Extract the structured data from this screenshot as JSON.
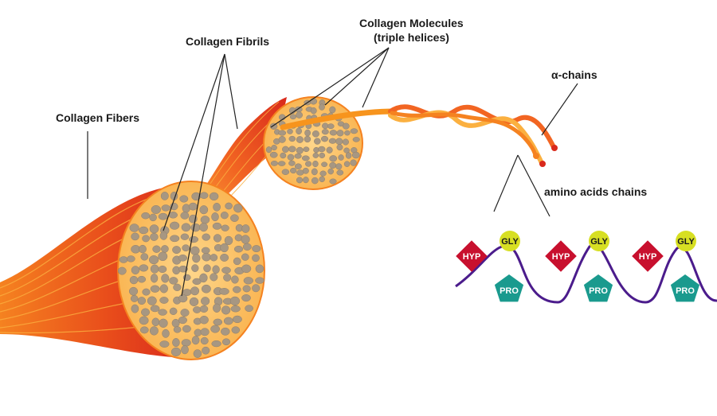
{
  "labels": {
    "collagen_fibers": "Collagen Fibers",
    "collagen_fibrils": "Collagen Fibrils",
    "collagen_molecules_line1": "Collagen Molecules",
    "collagen_molecules_line2": "(triple helices)",
    "alpha_chains": "α-chains",
    "amino_acid_chains": "amino acids chains"
  },
  "amino_acid_units": [
    {
      "hyp": "HYP",
      "gly": "GLY",
      "pro": "PRO"
    },
    {
      "hyp": "HYP",
      "gly": "GLY",
      "pro": "PRO"
    },
    {
      "hyp": "HYP",
      "gly": "GLY",
      "pro": "PRO"
    }
  ],
  "colors": {
    "fiber_red": "#d9291c",
    "fiber_orange": "#f58220",
    "fiber_yellow": "#fbb040",
    "cross_section": "#fdc56f",
    "fibril_dot": "#a79782",
    "helix_orange": "#f7941d",
    "hyp_red": "#c8102e",
    "gly_yellow": "#d7df23",
    "pro_teal": "#1a9a8e",
    "chain_purple": "#4b1c8c",
    "leader_line": "#222222"
  }
}
